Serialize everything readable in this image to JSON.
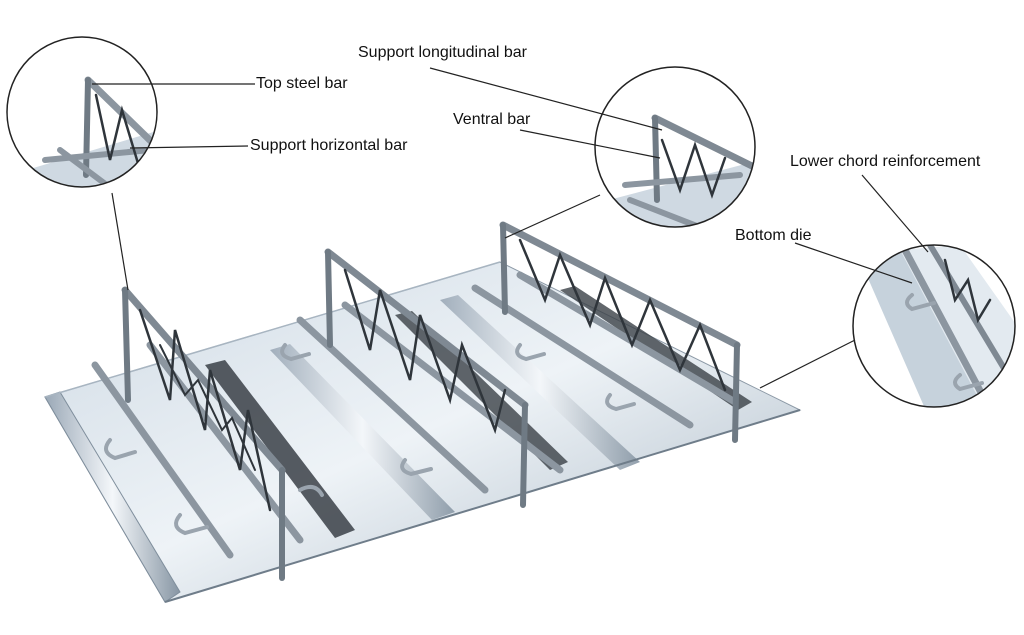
{
  "labels": {
    "top_steel_bar": "Top steel bar",
    "support_horizontal_bar": "Support horizontal bar",
    "support_longitudinal_bar": "Support longitudinal bar",
    "ventral_bar": "Ventral bar",
    "lower_chord_reinforcement": "Lower chord reinforcement",
    "bottom_die": "Bottom die"
  },
  "colors": {
    "deck_light": "#e4ecf3",
    "deck_mid": "#b9c7d4",
    "deck_dark": "#7f8e9c",
    "steel_bar": "#8c96a0",
    "steel_dark": "#3a4046",
    "leader_line": "#222222"
  }
}
